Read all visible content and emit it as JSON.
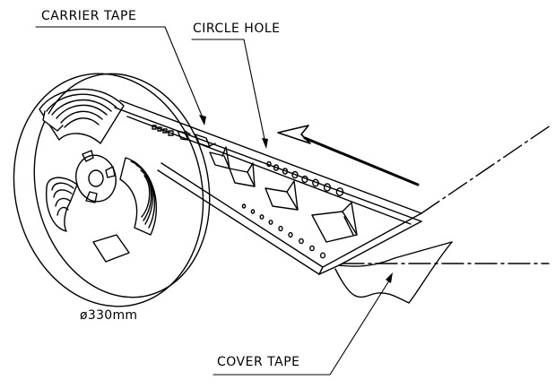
{
  "labels": {
    "carrier_tape": "CARRIER TAPE",
    "circle_hole": "CIRCLE HOLE",
    "cover_tape": "COVER TAPE",
    "reel_diameter": "ø330mm"
  },
  "colors": {
    "line": "#000000",
    "background": "#ffffff"
  }
}
